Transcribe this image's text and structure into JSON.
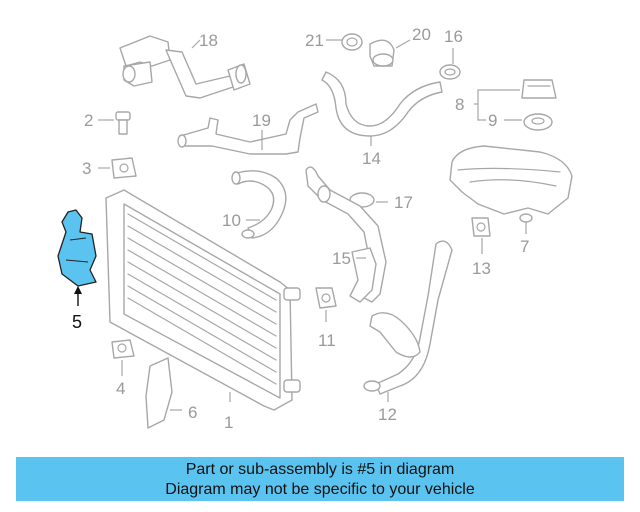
{
  "highlight_color": "#5bc3f0",
  "parts": {
    "p1": "1",
    "p2": "2",
    "p3": "3",
    "p4": "4",
    "p5": "5",
    "p6": "6",
    "p7": "7",
    "p8": "8",
    "p9": "9",
    "p10": "10",
    "p11": "11",
    "p12": "12",
    "p13": "13",
    "p14": "14",
    "p15": "15",
    "p16": "16",
    "p17": "17",
    "p18": "18",
    "p19": "19",
    "p20": "20",
    "p21": "21"
  },
  "banner": {
    "line1": "Part or sub-assembly is #5 in diagram",
    "line2": "Diagram may not be specific to your vehicle"
  }
}
